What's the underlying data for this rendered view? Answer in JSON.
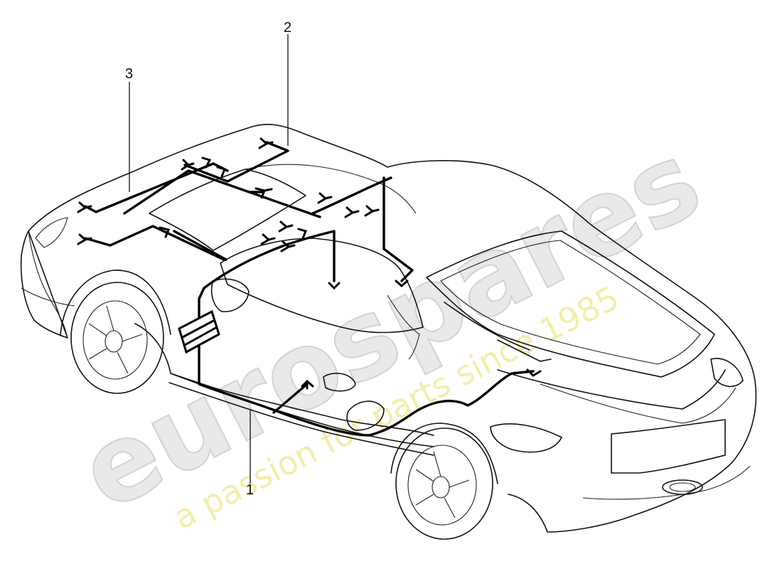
{
  "diagram": {
    "callouts": [
      "1",
      "2",
      "3"
    ]
  },
  "watermark": {
    "brand": "eurospares",
    "tagline": "a passion for parts since 1985"
  }
}
